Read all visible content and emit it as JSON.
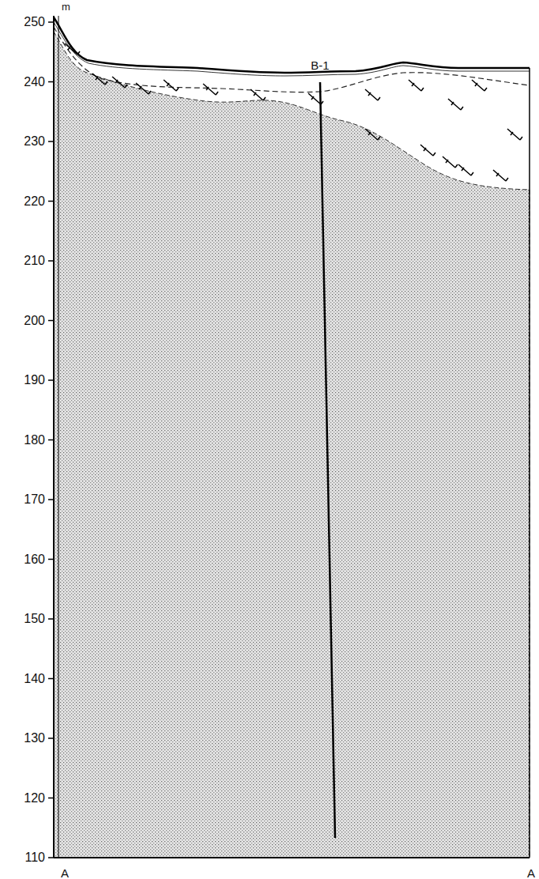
{
  "diagram": {
    "labels": [
      "m",
      "250",
      "240",
      "230",
      "220",
      "210",
      "200",
      "190",
      "180",
      "170",
      "160",
      "150",
      "140",
      "130",
      "120",
      "110",
      "B-1",
      "A",
      "A"
    ]
  }
}
